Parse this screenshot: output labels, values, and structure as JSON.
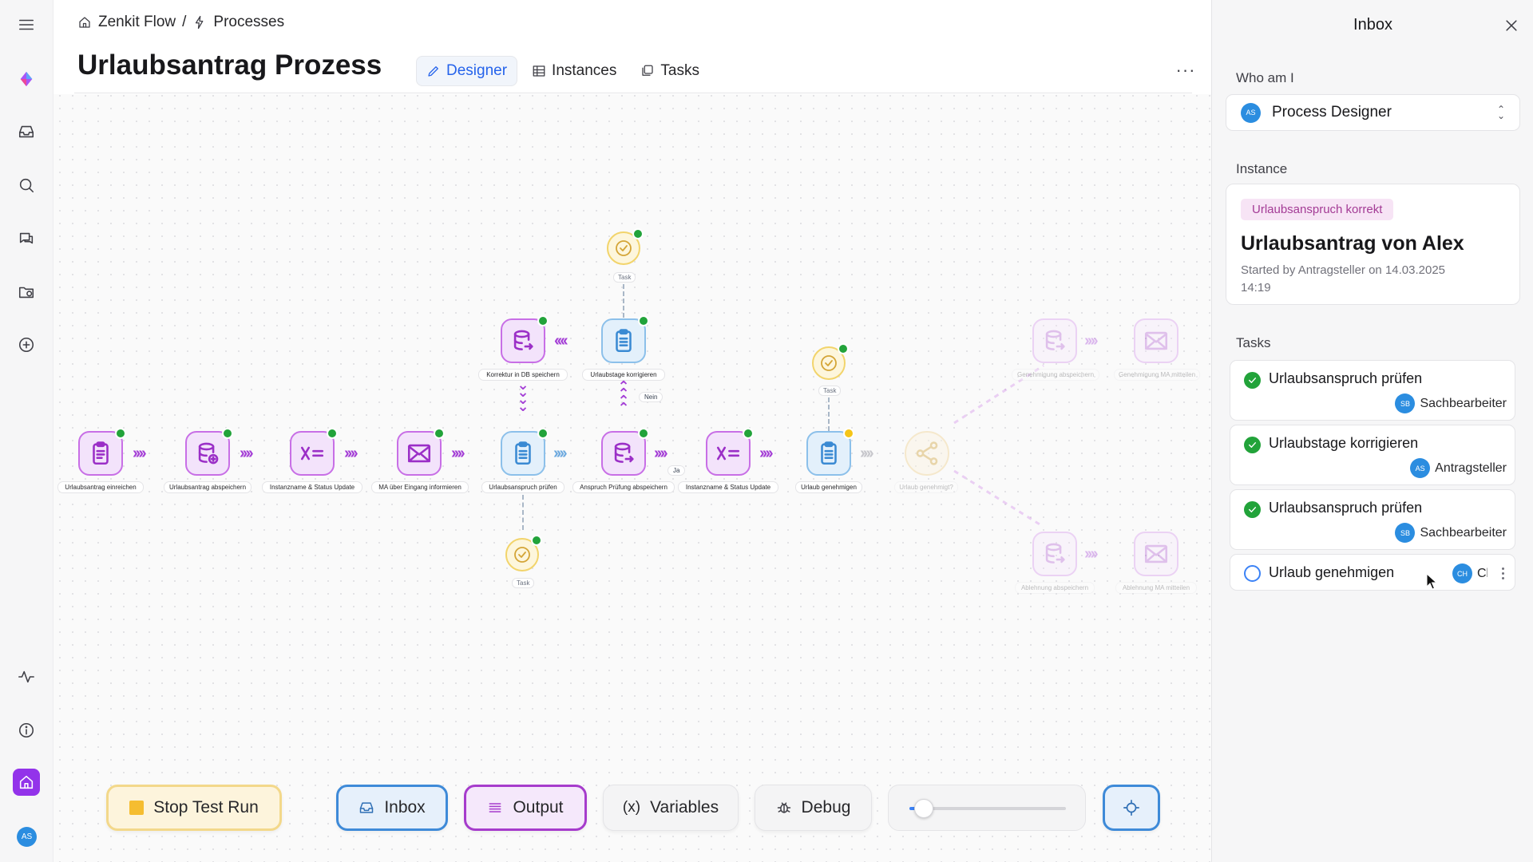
{
  "rail": {
    "items": [
      "menu-icon",
      "logo-icon",
      "inbox-icon",
      "search-icon",
      "chat-icon",
      "folder-icon",
      "add-icon",
      "activity-icon",
      "info-icon",
      "home-icon"
    ],
    "avatar": "AS"
  },
  "header": {
    "breadcrumb": {
      "root": "Zenkit Flow",
      "separator": "/",
      "current": "Processes"
    },
    "title": "Urlaubsantrag Prozess",
    "tabs": [
      {
        "label": "Designer",
        "icon": "pencil-icon",
        "active": true
      },
      {
        "label": "Instances",
        "icon": "table-icon",
        "active": false
      },
      {
        "label": "Tasks",
        "icon": "tasks-icon",
        "active": false
      }
    ],
    "more": "···"
  },
  "flow": {
    "nodes": [
      {
        "label": "Urlaubsantrag einreichen",
        "kind": "form",
        "status": "done"
      },
      {
        "label": "Urlaubsantrag abspeichern",
        "kind": "db-add",
        "status": "done"
      },
      {
        "label": "Instanzname & Status Update",
        "kind": "variable",
        "status": "done"
      },
      {
        "label": "MA über Eingang informieren",
        "kind": "mail",
        "status": "done"
      },
      {
        "label": "Urlaubsanspruch prüfen",
        "kind": "task",
        "status": "done"
      },
      {
        "label": "Anspruch Prüfung abspeichern",
        "kind": "db",
        "status": "done"
      },
      {
        "label": "Instanzname & Status Update",
        "kind": "variable",
        "status": "done"
      },
      {
        "label": "Urlaub genehmigen",
        "kind": "task",
        "status": "active"
      },
      {
        "label": "Urlaub genehmigt?",
        "kind": "gateway",
        "status": "pending"
      },
      {
        "label": "Korrektur in DB speichern",
        "kind": "db",
        "status": "done"
      },
      {
        "label": "Urlaubstage korrigieren",
        "kind": "task",
        "status": "done"
      },
      {
        "label": "Genehmigung abspeichern",
        "kind": "db",
        "status": "pending"
      },
      {
        "label": "Genehmigung MA mitteilen",
        "kind": "mail",
        "status": "pending"
      },
      {
        "label": "Ablehnung abspeichern",
        "kind": "db",
        "status": "pending"
      },
      {
        "label": "Ablehnung MA mitteilen",
        "kind": "mail",
        "status": "pending"
      }
    ],
    "task_tag": "Task",
    "edge_yes": "Ja",
    "edge_no": "Nein"
  },
  "toolbar": {
    "stop": "Stop Test Run",
    "inbox": "Inbox",
    "output": "Output",
    "variables": "Variables",
    "variables_icon": "(x)",
    "debug": "Debug",
    "zoom_level": 0.05,
    "center_icon": "crosshair-icon"
  },
  "inbox": {
    "title": "Inbox",
    "who_label": "Who am I",
    "role": {
      "avatar": "AS",
      "value": "Process Designer"
    },
    "instance_label": "Instance",
    "instance": {
      "badge": "Urlaubsanspruch korrekt",
      "title": "Urlaubsantrag von Alex",
      "meta_line1": "Started by Antragsteller on 14.03.2025",
      "meta_line2": "14:19"
    },
    "tasks_label": "Tasks",
    "tasks": [
      {
        "name": "Urlaubsanspruch prüfen",
        "done": true,
        "avatar": "SB",
        "assignee": "Sachbearbeiter"
      },
      {
        "name": "Urlaubstage korrigieren",
        "done": true,
        "avatar": "AS",
        "assignee": "Antragsteller"
      },
      {
        "name": "Urlaubsanspruch prüfen",
        "done": true,
        "avatar": "SB",
        "assignee": "Sachbearbeiter"
      },
      {
        "name": "Urlaub genehmigen",
        "done": false,
        "avatar": "CH",
        "assignee": "Cl"
      }
    ]
  },
  "colors": {
    "accent_purple": "#9333ea",
    "accent_blue": "#3e8ad8",
    "status_done": "#22a33a",
    "status_active": "#f5c518",
    "badge_bg": "#f7e4f5"
  }
}
